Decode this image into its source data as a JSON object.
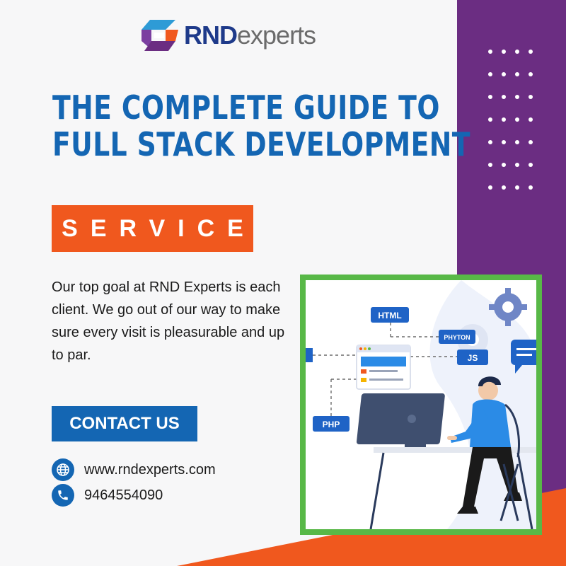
{
  "colors": {
    "brand_blue": "#1466b3",
    "accent_orange": "#f0581e",
    "purple": "#6b2d82",
    "frame_green": "#58b847"
  },
  "logo": {
    "brand_bold": "RND",
    "brand_light": "experts"
  },
  "headline": {
    "line1": "THE COMPLETE GUIDE TO",
    "line2": "FULL STACK DEVELOPMENT"
  },
  "badge": {
    "label": "SERVICE"
  },
  "description": "Our top goal at RND Experts is each client. We go out of our way to make sure every visit is pleasurable and up to par.",
  "cta": {
    "label": "CONTACT US"
  },
  "contact_info": {
    "website": "www.rndexperts.com",
    "phone": "9464554090",
    "website_icon": "globe-icon",
    "phone_icon": "phone-icon"
  },
  "illustration": {
    "tags": {
      "html": "HTML",
      "python": "PHYTON",
      "js": "JS",
      "php": "PHP"
    }
  }
}
